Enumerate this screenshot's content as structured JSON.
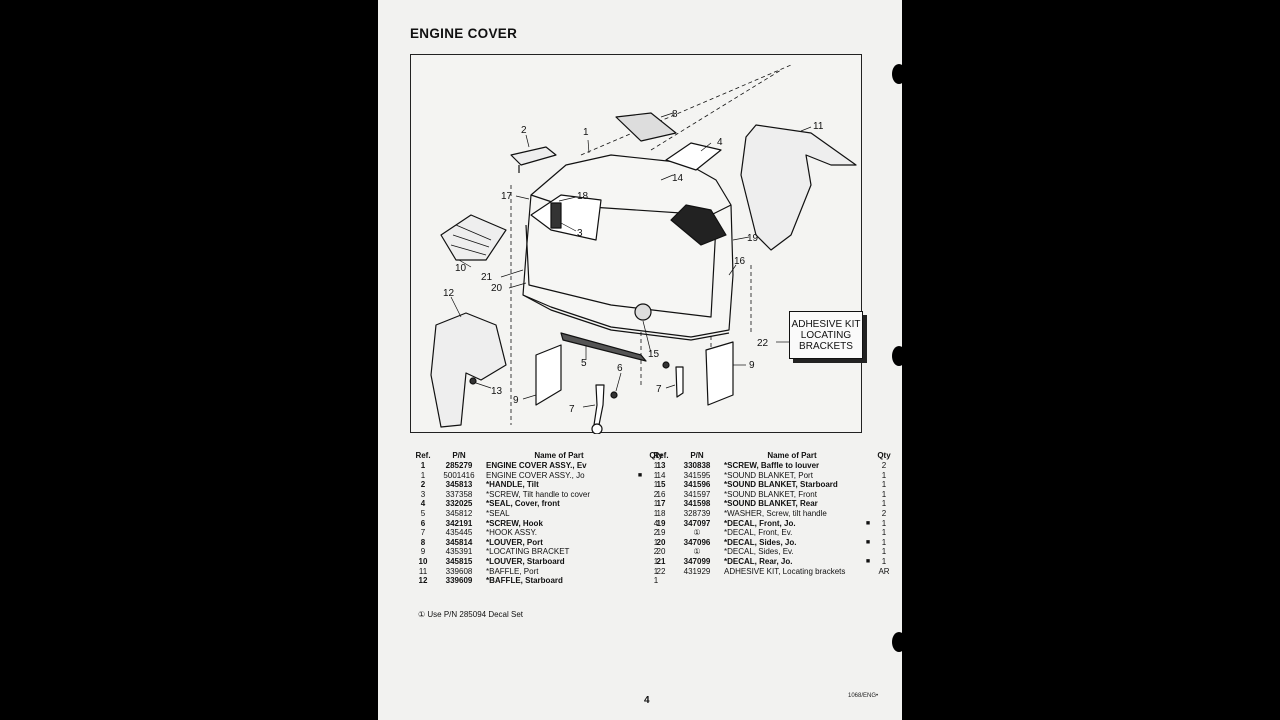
{
  "page": {
    "title": "ENGINE COVER",
    "page_number": "4",
    "doc_code": "1068/ENG•",
    "footnote": "①  Use P/N 285094 Decal Set"
  },
  "diagram": {
    "callouts": [
      "1",
      "2",
      "3",
      "4",
      "5",
      "6",
      "7",
      "7",
      "8",
      "9",
      "9",
      "10",
      "11",
      "12",
      "13",
      "14",
      "15",
      "16",
      "17",
      "18",
      "19",
      "20",
      "21",
      "22"
    ],
    "kit_box": [
      "ADHESIVE KIT",
      "LOCATING",
      "BRACKETS"
    ]
  },
  "parts_table": {
    "headers": {
      "ref": "Ref.",
      "pn": "P/N",
      "name": "Name of Part",
      "qty": "Qty"
    },
    "left": [
      {
        "ref": "1",
        "pn": "285279",
        "name": "ENGINE COVER ASSY., Ev",
        "mark": "",
        "qty": "1",
        "bold": true
      },
      {
        "ref": "1",
        "pn": "5001416",
        "name": "ENGINE COVER ASSY., Jo",
        "mark": "■",
        "qty": "1",
        "bold": false
      },
      {
        "ref": "2",
        "pn": "345813",
        "name": "*HANDLE, Tilt",
        "mark": "",
        "qty": "1",
        "bold": true
      },
      {
        "ref": "3",
        "pn": "337358",
        "name": "*SCREW, Tilt handle to cover",
        "mark": "",
        "qty": "2",
        "bold": false
      },
      {
        "ref": "4",
        "pn": "332025",
        "name": "*SEAL, Cover, front",
        "mark": "",
        "qty": "1",
        "bold": true
      },
      {
        "ref": "5",
        "pn": "345812",
        "name": "*SEAL",
        "mark": "",
        "qty": "1",
        "bold": false
      },
      {
        "ref": "6",
        "pn": "342191",
        "name": "*SCREW, Hook",
        "mark": "",
        "qty": "4",
        "bold": true
      },
      {
        "ref": "7",
        "pn": "435445",
        "name": "*HOOK ASSY.",
        "mark": "",
        "qty": "2",
        "bold": false
      },
      {
        "ref": "8",
        "pn": "345814",
        "name": "*LOUVER, Port",
        "mark": "",
        "qty": "1",
        "bold": true
      },
      {
        "ref": "9",
        "pn": "435391",
        "name": "*LOCATING BRACKET",
        "mark": "",
        "qty": "2",
        "bold": false
      },
      {
        "ref": "10",
        "pn": "345815",
        "name": "*LOUVER, Starboard",
        "mark": "",
        "qty": "1",
        "bold": true
      },
      {
        "ref": "11",
        "pn": "339608",
        "name": "*BAFFLE, Port",
        "mark": "",
        "qty": "1",
        "bold": false
      },
      {
        "ref": "12",
        "pn": "339609",
        "name": "*BAFFLE, Starboard",
        "mark": "",
        "qty": "1",
        "bold": true
      }
    ],
    "right": [
      {
        "ref": "13",
        "pn": "330838",
        "name": "*SCREW, Baffle to louver",
        "mark": "",
        "qty": "2",
        "bold": true
      },
      {
        "ref": "14",
        "pn": "341595",
        "name": "*SOUND BLANKET, Port",
        "mark": "",
        "qty": "1",
        "bold": false
      },
      {
        "ref": "15",
        "pn": "341596",
        "name": "*SOUND BLANKET, Starboard",
        "mark": "",
        "qty": "1",
        "bold": true
      },
      {
        "ref": "16",
        "pn": "341597",
        "name": "*SOUND BLANKET, Front",
        "mark": "",
        "qty": "1",
        "bold": false
      },
      {
        "ref": "17",
        "pn": "341598",
        "name": "*SOUND BLANKET, Rear",
        "mark": "",
        "qty": "1",
        "bold": true
      },
      {
        "ref": "18",
        "pn": "328739",
        "name": "*WASHER, Screw, tilt handle",
        "mark": "",
        "qty": "2",
        "bold": false
      },
      {
        "ref": "19",
        "pn": "347097",
        "name": "*DECAL, Front, Jo.",
        "mark": "■",
        "qty": "1",
        "bold": true
      },
      {
        "ref": "19",
        "pn": "①",
        "name": "*DECAL, Front, Ev.",
        "mark": "",
        "qty": "1",
        "bold": false
      },
      {
        "ref": "20",
        "pn": "347096",
        "name": "*DECAL, Sides, Jo.",
        "mark": "■",
        "qty": "1",
        "bold": true
      },
      {
        "ref": "20",
        "pn": "①",
        "name": "*DECAL, Sides, Ev.",
        "mark": "",
        "qty": "1",
        "bold": false
      },
      {
        "ref": "21",
        "pn": "347099",
        "name": "*DECAL, Rear, Jo.",
        "mark": "■",
        "qty": "1",
        "bold": true
      },
      {
        "ref": "22",
        "pn": "431929",
        "name": "ADHESIVE KIT, Locating brackets",
        "mark": "",
        "qty": "AR",
        "bold": false
      }
    ]
  }
}
